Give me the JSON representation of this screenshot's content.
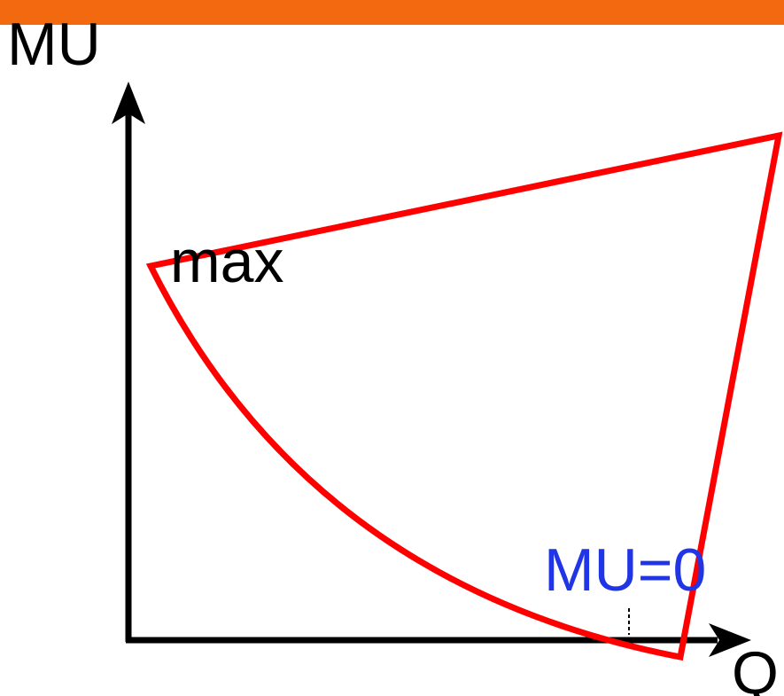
{
  "colors": {
    "top_bar": "#f2690f",
    "axis": "#000000",
    "curve": "#ff0000",
    "label_dark": "#000000",
    "label_accent": "#1f35e6"
  },
  "labels": {
    "y_axis": "MU",
    "x_axis": "Q",
    "max_label": "max",
    "zero_label": "MU=0"
  }
}
